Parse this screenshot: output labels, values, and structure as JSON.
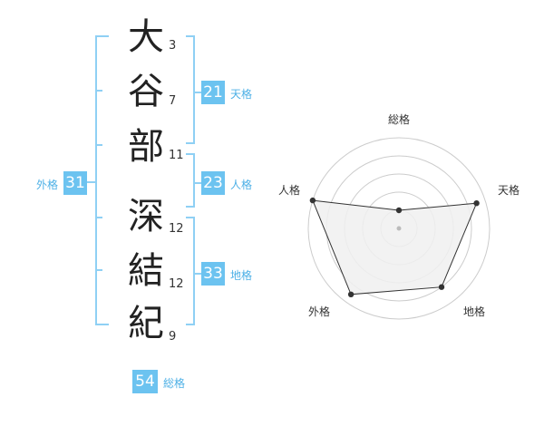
{
  "name": {
    "characters": [
      {
        "char": "大",
        "strokes": "3"
      },
      {
        "char": "谷",
        "strokes": "7"
      },
      {
        "char": "部",
        "strokes": "11"
      },
      {
        "char": "深",
        "strokes": "12"
      },
      {
        "char": "結",
        "strokes": "12"
      },
      {
        "char": "紀",
        "strokes": "9"
      }
    ]
  },
  "scores": {
    "tenkaku": {
      "value": "21",
      "label": "天格"
    },
    "jinkaku": {
      "value": "23",
      "label": "人格"
    },
    "chikaku": {
      "value": "33",
      "label": "地格"
    },
    "gaikaku": {
      "value": "31",
      "label": "外格"
    },
    "soukaku": {
      "value": "54",
      "label": "総格"
    }
  },
  "colors": {
    "accent": "#6cc3f0",
    "accent_text": "#4db0e6",
    "bracket": "#8fd0f4",
    "radar_fill": "#f0f0f0",
    "radar_ring": "#cccccc"
  },
  "radar": {
    "axes": [
      "総格",
      "天格",
      "地格",
      "外格",
      "人格"
    ],
    "levels": [
      0.2,
      0.9,
      0.8,
      0.9,
      1.0
    ],
    "rings": 5
  }
}
